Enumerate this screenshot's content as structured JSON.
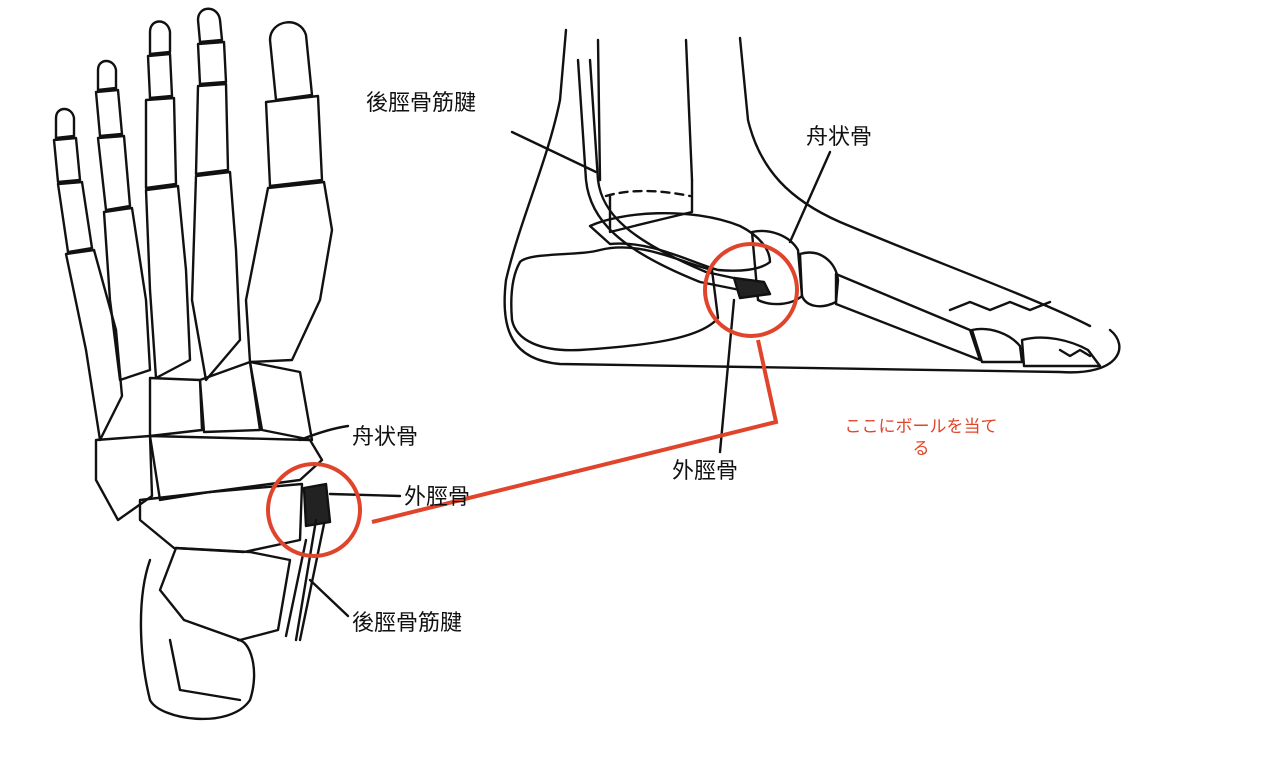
{
  "labels": {
    "lateral": {
      "tibialis_posterior_tendon": "後脛骨筋腱",
      "navicular": "舟状骨",
      "accessory_navicular": "外脛骨"
    },
    "dorsal": {
      "navicular": "舟状骨",
      "accessory_navicular": "外脛骨",
      "tibialis_posterior_tendon": "後脛骨筋腱"
    }
  },
  "annotation": {
    "line1": "ここにボールを当て",
    "line2": "る"
  },
  "colors": {
    "ink": "#111111",
    "highlight": "#e0452b",
    "background": "#ffffff"
  }
}
